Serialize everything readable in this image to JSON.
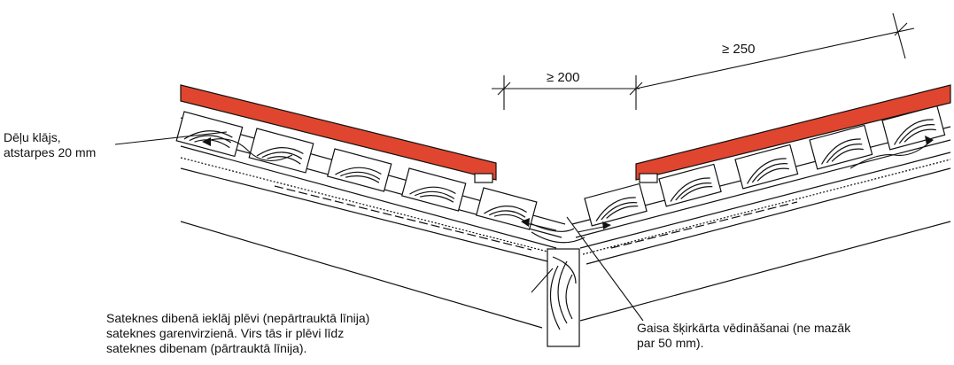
{
  "labels": {
    "counter_battens": "Dēļu klājs,\natstarpes 20 mm",
    "valley_membrane": "Sateknes dibenā ieklāj plēvi (nepārtrauktā līnija)\nsateknes garenvirzienā. Virs tās ir plēvi līdz\nsateknes dibenam (pārtrauktā līnija).",
    "air_gap": "Gaisa šķirkārta vēdināšanai (ne mazāk\npar 50 mm)."
  },
  "dimensions": {
    "left": "≥ 200",
    "right": "≥ 250"
  },
  "colors": {
    "roof_tile": "#e0462f",
    "line": "#111111",
    "background": "#ffffff"
  }
}
